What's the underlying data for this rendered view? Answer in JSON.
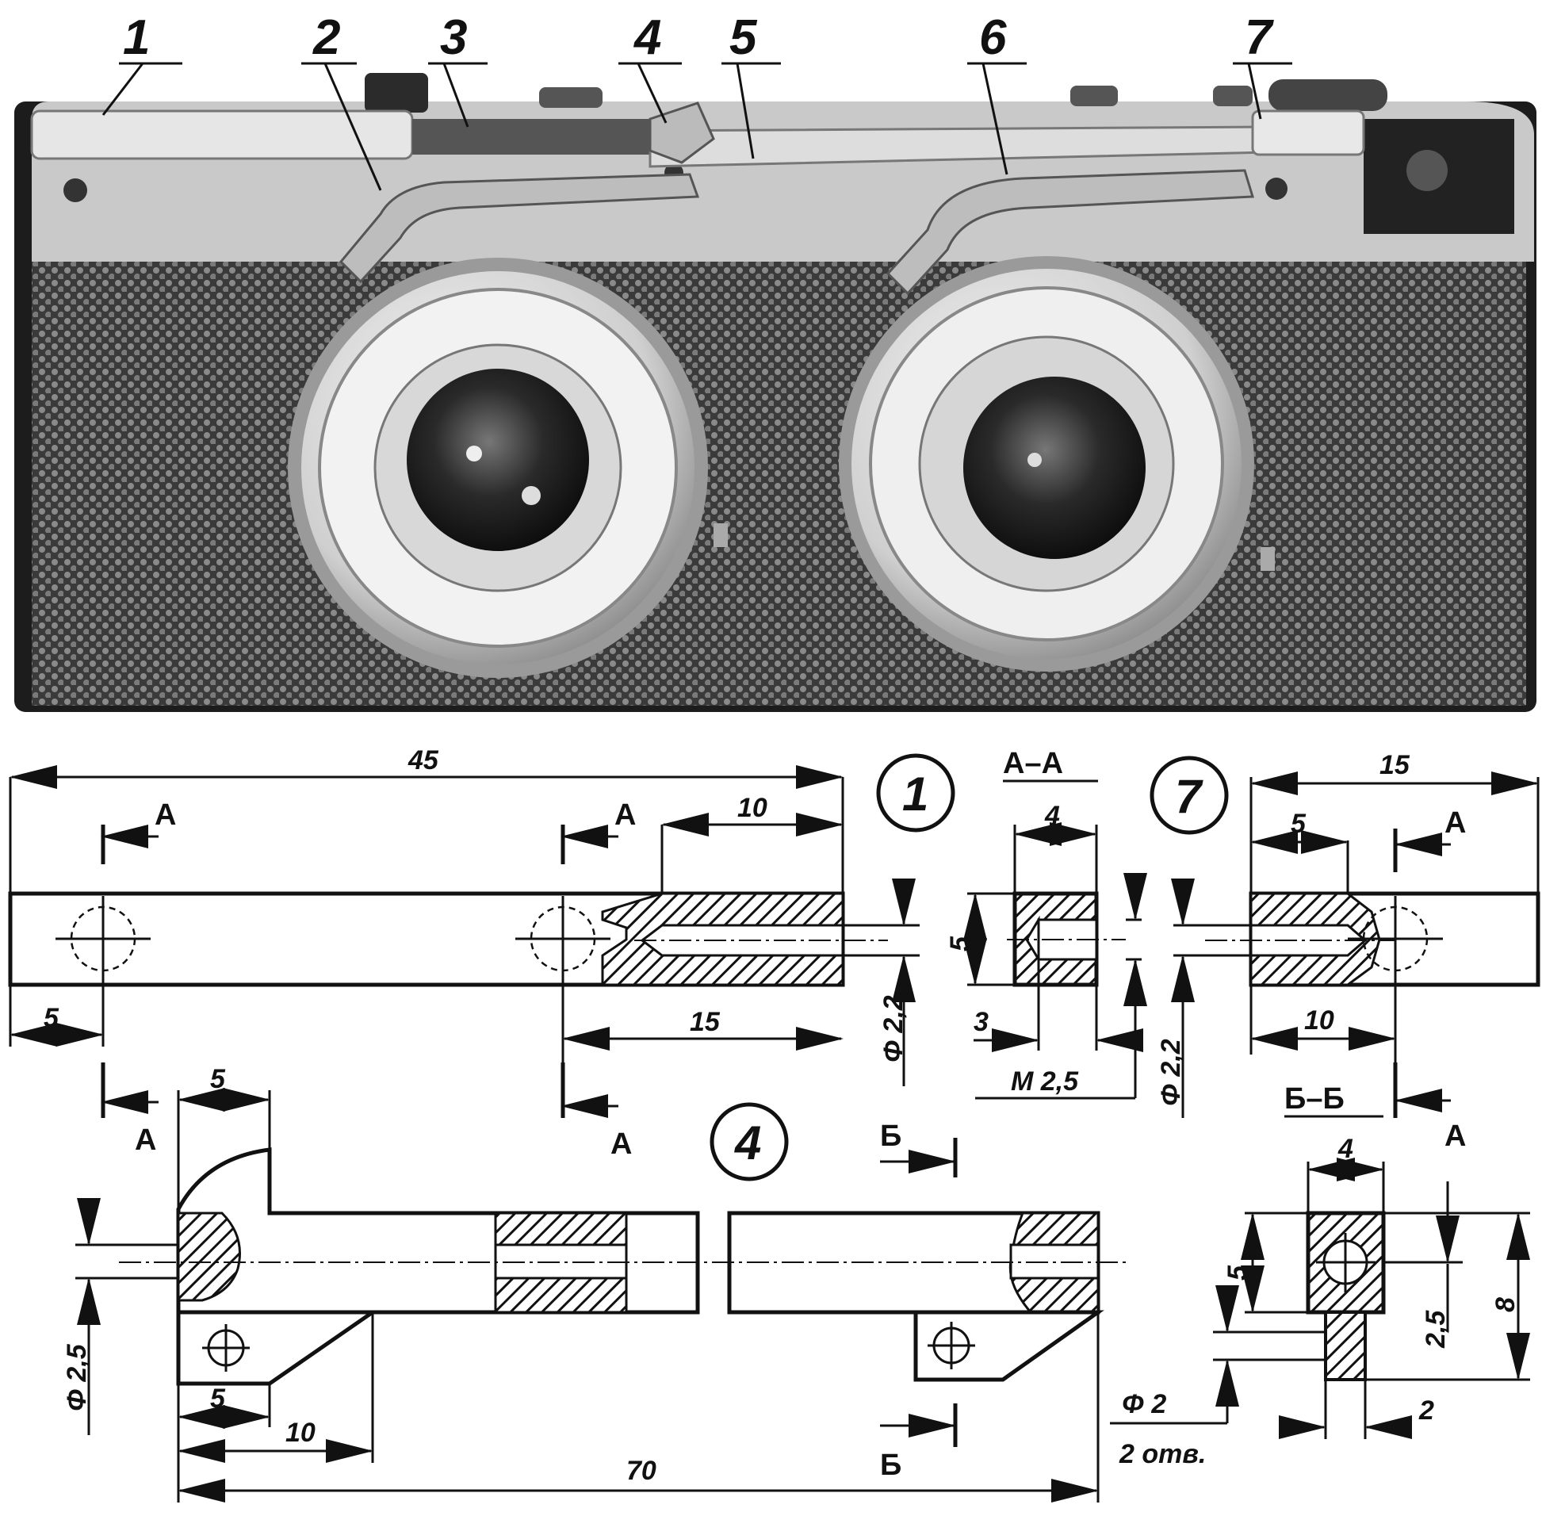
{
  "callouts": [
    "1",
    "2",
    "3",
    "4",
    "5",
    "6",
    "7"
  ],
  "part1": {
    "marker": "1",
    "dim_total": "45",
    "dim_thread_len": "10",
    "dim_hole_offset": "5",
    "dim_hole_to_end": "15",
    "dim_dia": "Φ 2,2",
    "section_label": "A"
  },
  "section_aa": {
    "title": "А–А",
    "dim_width": "4",
    "dim_height": "5",
    "dim_depth": "3",
    "dim_thread": "M 2,5"
  },
  "part7": {
    "marker": "7",
    "dim_total": "15",
    "dim_thread_len": "5",
    "dim_hole_to_end": "10",
    "dim_dia": "Φ 2,2",
    "section_label": "A"
  },
  "part4": {
    "marker": "4",
    "dim_width": "5",
    "dim_dia": "Φ 2,5",
    "dim_ear": "5",
    "dim_foot": "10",
    "dim_total": "70",
    "section_label": "Б"
  },
  "section_bb": {
    "title": "Б–Б",
    "dim_width": "4",
    "dim_height": "5",
    "dim_offset": "2,5",
    "dim_total_h": "8",
    "dim_pin": "2",
    "dim_holes": "Φ 2",
    "dim_holes_note": "2 отв."
  }
}
